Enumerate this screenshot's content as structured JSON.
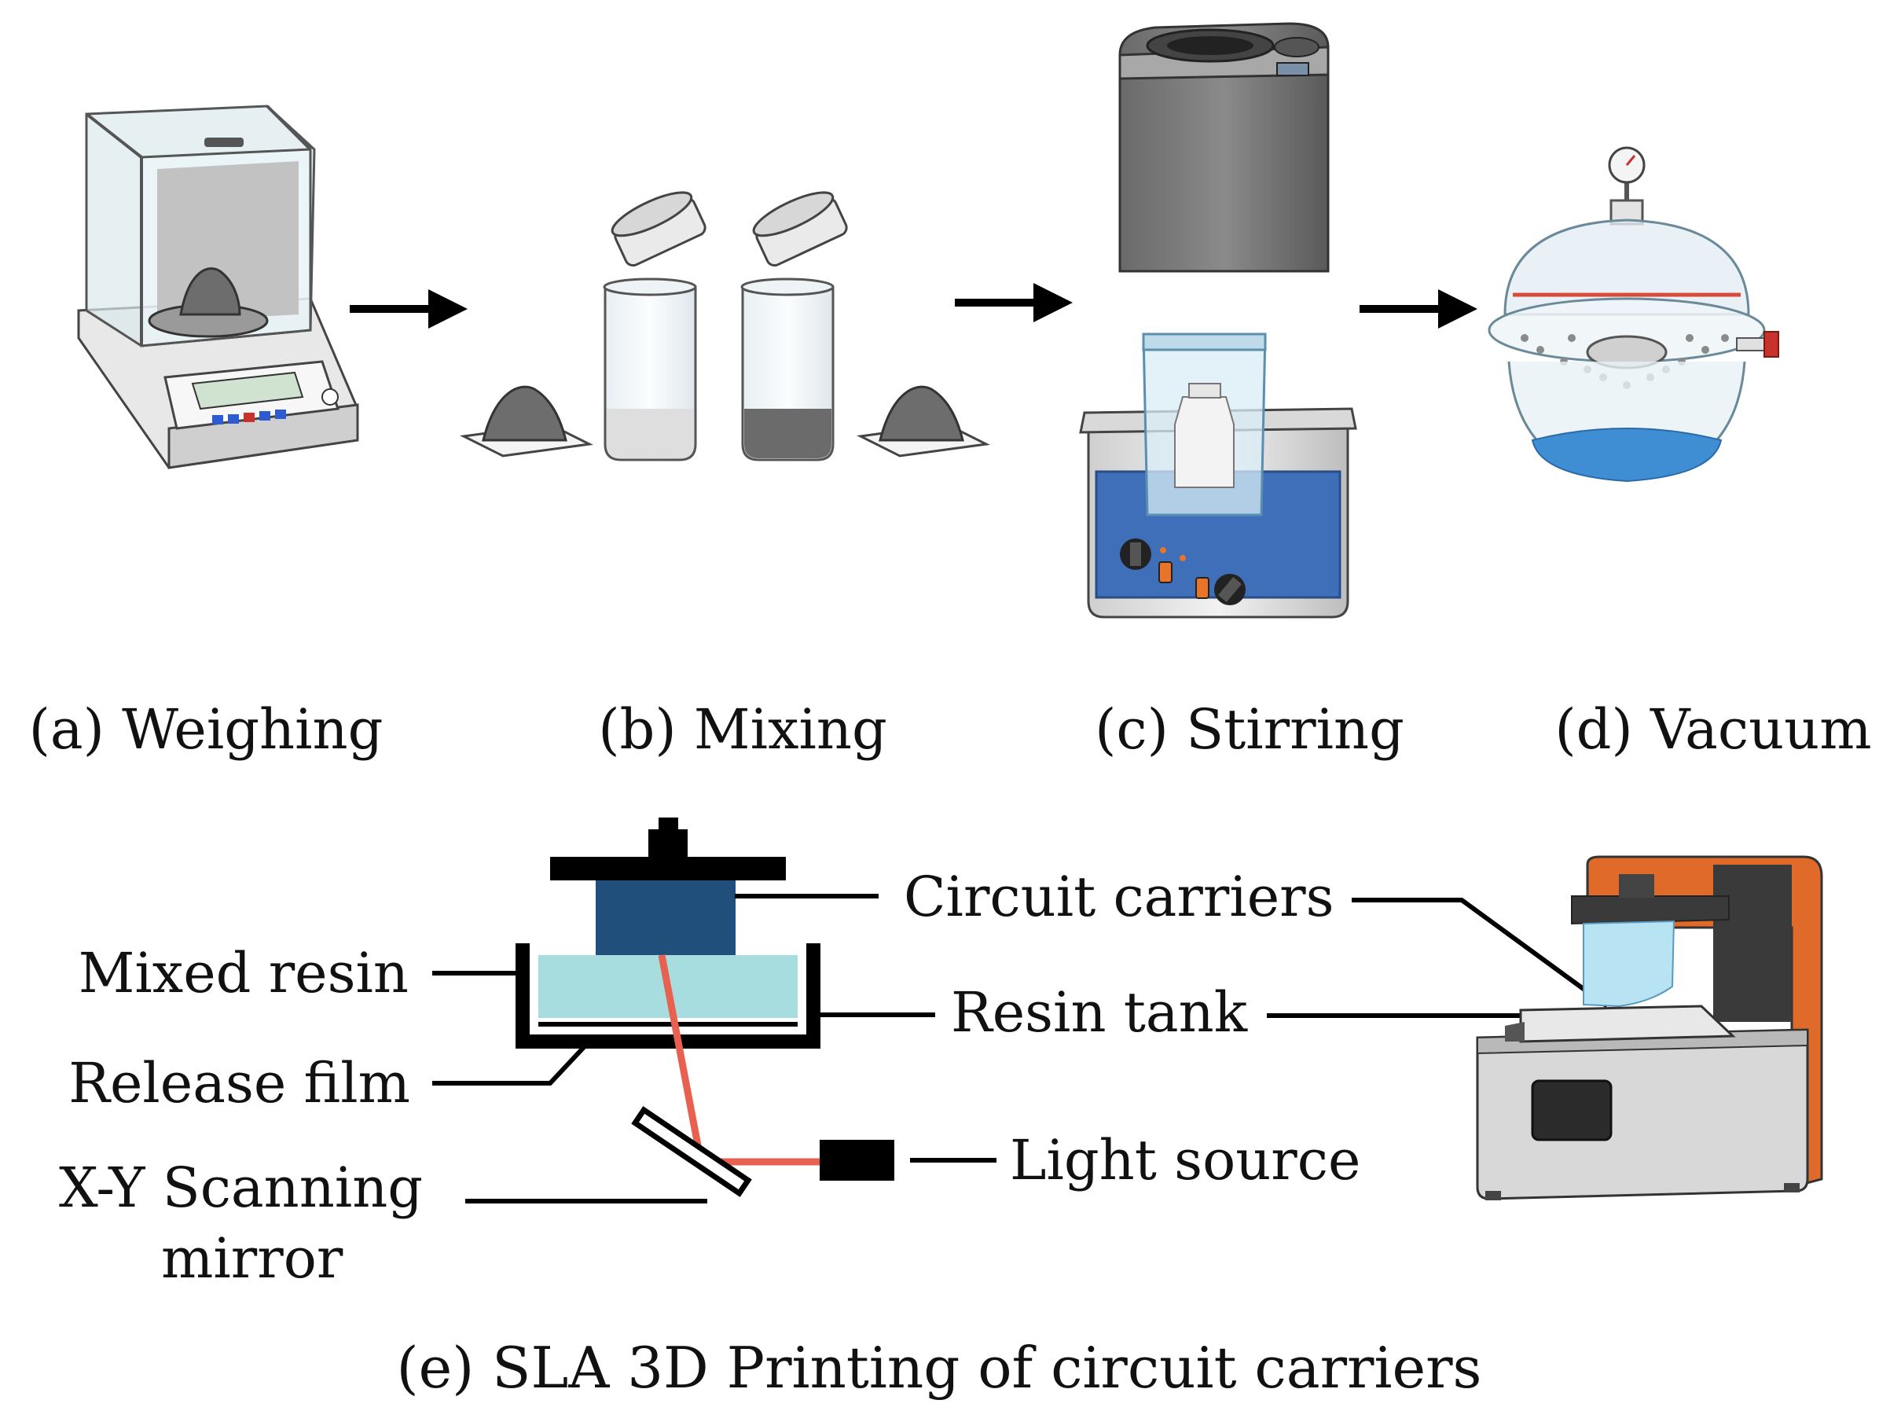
{
  "steps": [
    {
      "label": "(a) Weighing"
    },
    {
      "label": "(b) Mixing"
    },
    {
      "label": "(c) Stirring"
    },
    {
      "label": "(d) Vacuum"
    }
  ],
  "sla": {
    "caption": "(e) SLA 3D Printing of circuit carriers",
    "labels": {
      "circuit_carriers": "Circuit carriers",
      "mixed_resin": "Mixed resin",
      "resin_tank": "Resin tank",
      "release_film": "Release film",
      "light_source": "Light source",
      "mirror_line1": "X-Y Scanning",
      "mirror_line2": "mirror"
    }
  },
  "colors": {
    "laser": "#e8604f",
    "resin": "#a8dde0",
    "carrier_block": "#1f4f7a",
    "printer_shell": "#e06a2a",
    "bath_panel": "#3f6fb8",
    "desiccant": "#3f8ed4",
    "powder": "#6d6d6d"
  }
}
